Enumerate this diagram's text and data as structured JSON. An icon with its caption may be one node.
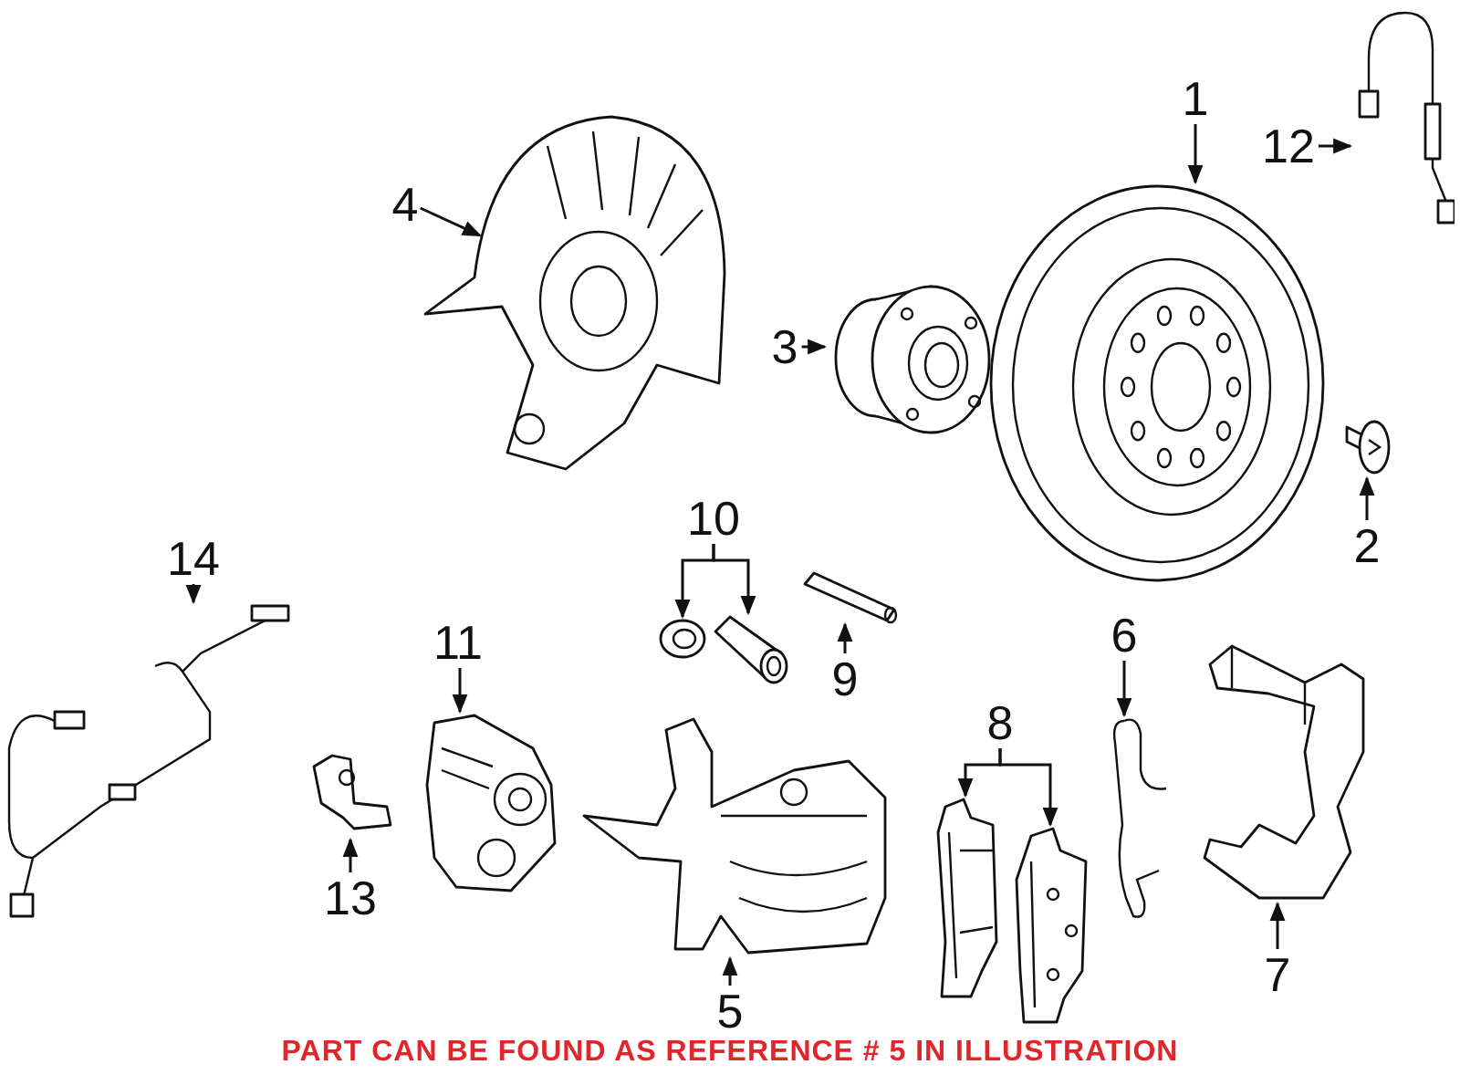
{
  "diagram": {
    "nodes": [
      {
        "text": [
          "1"
        ]
      },
      {
        "text": [
          "2"
        ]
      },
      {
        "text": [
          "3"
        ]
      },
      {
        "text": [
          "4"
        ]
      },
      {
        "text": [
          "5"
        ]
      },
      {
        "text": [
          "6"
        ]
      },
      {
        "text": [
          "7"
        ]
      },
      {
        "text": [
          "8"
        ]
      },
      {
        "text": [
          "9"
        ]
      },
      {
        "text": [
          "10"
        ]
      },
      {
        "text": [
          "11"
        ]
      },
      {
        "text": [
          "12"
        ]
      },
      {
        "text": [
          "13"
        ]
      },
      {
        "text": [
          "14"
        ]
      },
      {
        "text": [],
        "shape": "picture"
      },
      {
        "text": [],
        "shape": "picture"
      },
      {
        "text": [],
        "shape": "picture"
      },
      {
        "text": [],
        "shape": "picture"
      },
      {
        "text": [],
        "shape": "picture"
      },
      {
        "text": [],
        "shape": "picture"
      },
      {
        "text": [],
        "shape": "picture"
      },
      {
        "text": [],
        "shape": "picture"
      },
      {
        "text": [],
        "shape": "picture"
      },
      {
        "text": [],
        "shape": "picture"
      },
      {
        "text": [],
        "shape": "picture"
      },
      {
        "text": [],
        "shape": "picture"
      },
      {
        "text": [],
        "shape": "picture"
      },
      {
        "text": [],
        "shape": "picture"
      },
      {
        "text": [],
        "shape": "picture"
      },
      {
        "text": [],
        "shape": "picture"
      }
    ],
    "edges": [
      {
        "from": 0,
        "to": 14,
        "arrow": "to"
      },
      {
        "from": 1,
        "to": 15,
        "arrow": "to"
      },
      {
        "from": 2,
        "to": 16,
        "arrow": "to"
      },
      {
        "from": 3,
        "to": 17,
        "arrow": "to"
      },
      {
        "from": 4,
        "to": 18,
        "arrow": "to"
      },
      {
        "from": 5,
        "to": 19,
        "arrow": "to"
      },
      {
        "from": 6,
        "to": 20,
        "arrow": "to"
      },
      {
        "from": 7,
        "to": 21,
        "arrow": "to"
      },
      {
        "from": 7,
        "to": 22,
        "arrow": "to"
      },
      {
        "from": 8,
        "to": 23,
        "arrow": "to"
      },
      {
        "from": 9,
        "to": 24,
        "arrow": "to"
      },
      {
        "from": 9,
        "to": 25,
        "arrow": "to"
      },
      {
        "from": 10,
        "to": 26,
        "arrow": "to"
      },
      {
        "from": 11,
        "to": 27,
        "arrow": "to"
      },
      {
        "from": 12,
        "to": 28,
        "arrow": "to"
      },
      {
        "from": 13,
        "to": 29,
        "arrow": "to"
      }
    ],
    "labels": [
      "PART CAN BE FOUND AS REFERENCE # 5 IN ILLUSTRATION"
    ]
  }
}
